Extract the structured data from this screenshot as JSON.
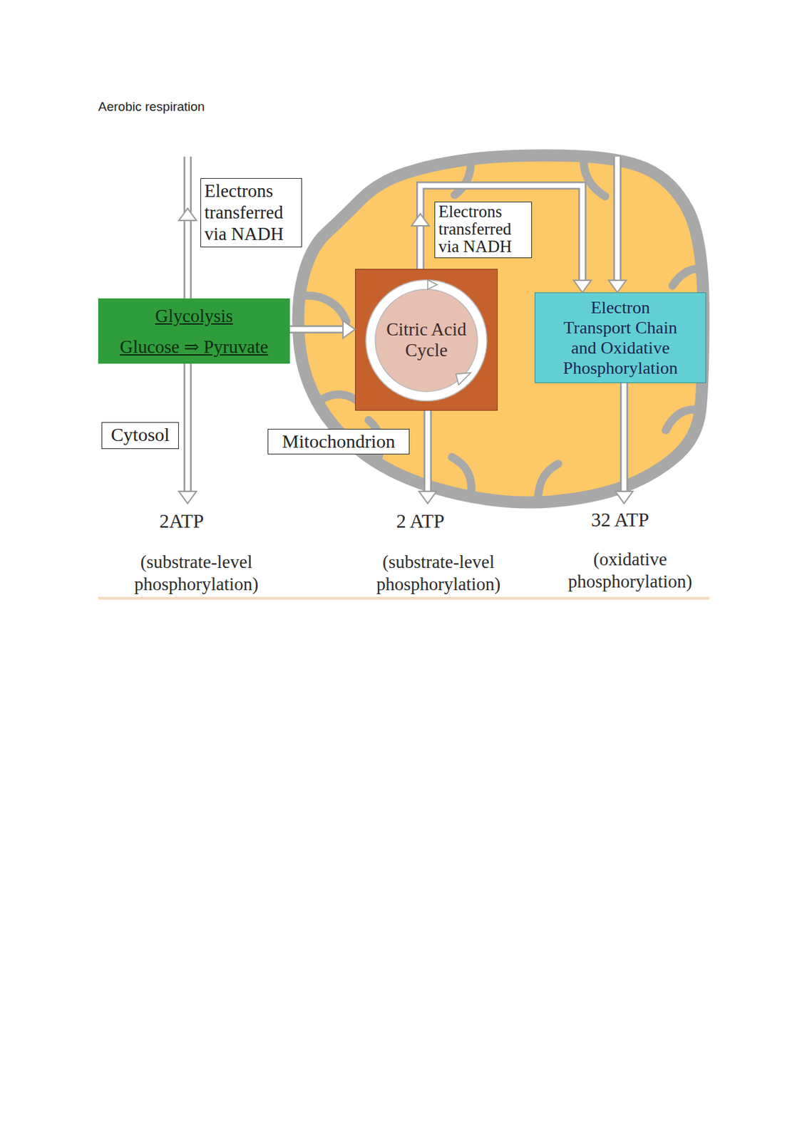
{
  "diagram": {
    "title": "Aerobic respiration",
    "nodes": [
      {
        "text": [
          "Electrons transferred via NADH"
        ]
      },
      {
        "text": [
          "Electrons transferred via NADH"
        ]
      },
      {
        "text": [
          "Citric Acid Cycle"
        ]
      },
      {
        "text": [
          "Electron Transport Chain and Oxidative Phosphorylation"
        ]
      },
      {
        "text": [
          "Glycolysis",
          "Glucose ⇒ Pyruvate"
        ]
      },
      {
        "text": [
          "Cytosol"
        ]
      },
      {
        "text": [
          "Mitochondrion"
        ]
      }
    ],
    "edges": [
      {
        "from": 4,
        "to": 2,
        "arrow": "to"
      },
      {
        "from": 2,
        "to": 3,
        "arrow": "to"
      },
      {
        "from": 4,
        "to": 3,
        "arrow": "to"
      }
    ],
    "labels": [
      "2ATP",
      "(substrate-level phosphorylation)",
      "2 ATP",
      "(substrate-level phosphorylation)",
      "32 ATP",
      "(oxidative phosphorylation)"
    ]
  }
}
